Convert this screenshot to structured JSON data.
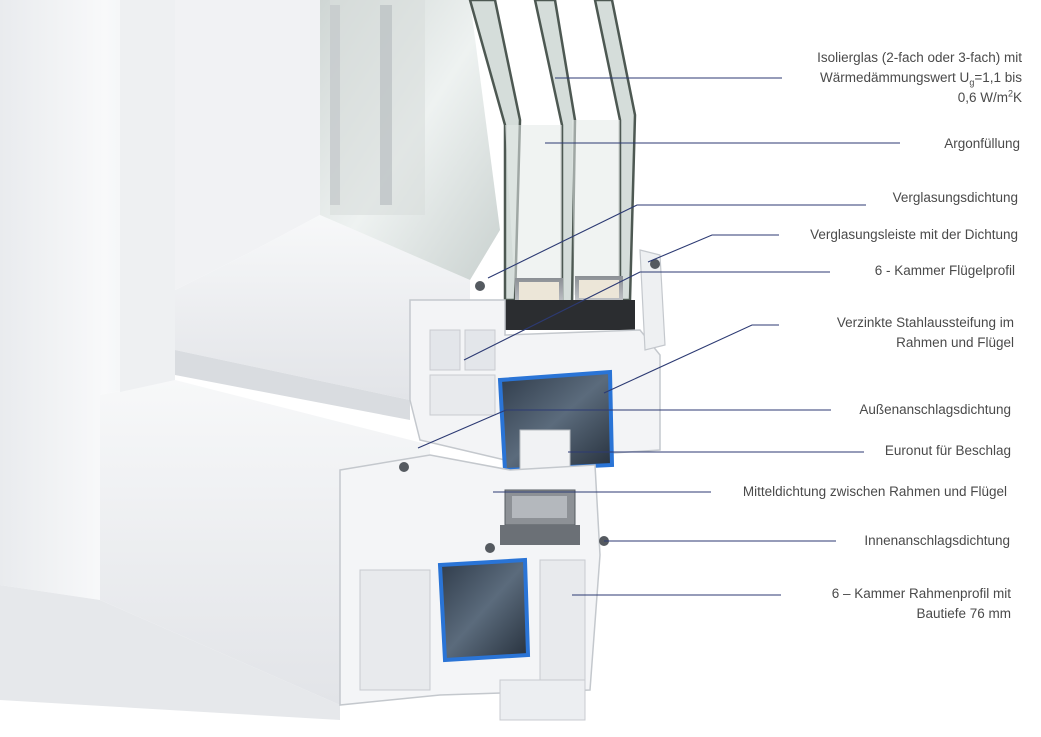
{
  "labels": {
    "isolierglas": {
      "line1": "Isolierglas (2-fach oder 3-fach) mit",
      "line2_pre": "Wärmedämmungswert U",
      "line2_sub": "g",
      "line2_post": "=1,1 bis",
      "line3_pre": "0,6 W/m",
      "line3_sup": "2",
      "line3_post": "K"
    },
    "argon": "Argonfüllung",
    "verglasungsdichtung": "Verglasungsdichtung",
    "verglasungsleiste": "Verglasungsleiste mit der Dichtung",
    "fluegelprofil": "6 - Kammer Flügelprofil",
    "stahl": {
      "line1": "Verzinkte Stahlaussteifung im",
      "line2": "Rahmen und Flügel"
    },
    "aussenanschlag": "Außenanschlagsdichtung",
    "euronut": "Euronut für Beschlag",
    "mitteldichtung": "Mitteldichtung zwischen Rahmen und Flügel",
    "innenanschlag": "Innenanschlagsdichtung",
    "rahmenprofil": {
      "line1": "6 – Kammer Rahmenprofil mit",
      "line2": "Bautiefe 76 mm"
    }
  },
  "colors": {
    "leader": "#2c3a73",
    "text": "#4a4a4a",
    "pvc": "#f2f3f5",
    "steel_blue": "#2a74d6"
  }
}
